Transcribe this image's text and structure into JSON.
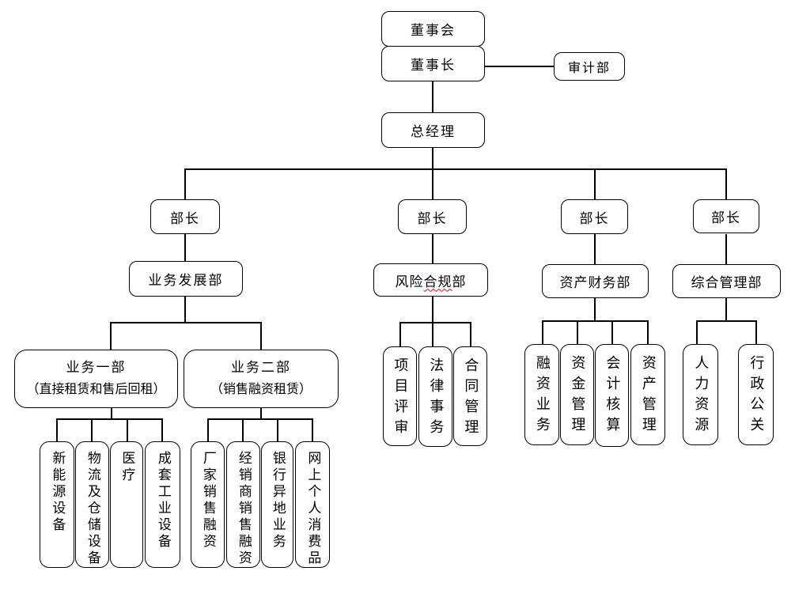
{
  "chart": {
    "board": "董事会",
    "chairman": "董事长",
    "audit": "审计部",
    "general_manager": "总经理",
    "minister": "部长",
    "departments": {
      "business_development": "业务发展部",
      "risk_compliance": {
        "pre": "风险",
        "wavy": "合规",
        "post": "部"
      },
      "asset_finance": "资产财务部",
      "general_management": "综合管理部"
    },
    "business_unit_1": {
      "title": "业务一部",
      "subtitle": "（直接租赁和售后回租）"
    },
    "business_unit_2": {
      "title": "业务二部",
      "subtitle": "（销售融资租赁）"
    },
    "unit1_children": [
      "新能源设备",
      "物流及仓储设备",
      "医疗",
      "成套工业设备"
    ],
    "unit2_children": [
      "厂家销售融资",
      "经销商销售融资",
      "银行异地业务",
      "网上个人消费品"
    ],
    "risk_children": [
      "项目评审",
      "法律事务",
      "合同管理"
    ],
    "asset_children": [
      "融资业务",
      "资金管理",
      "会计核算",
      "资产管理"
    ],
    "general_children": [
      "人力资源",
      "行政公关"
    ]
  },
  "colors": {
    "background": "#ffffff",
    "line": "#000000",
    "border": "#000000",
    "text": "#000000",
    "spellcheck_underline": "#ff0000"
  }
}
